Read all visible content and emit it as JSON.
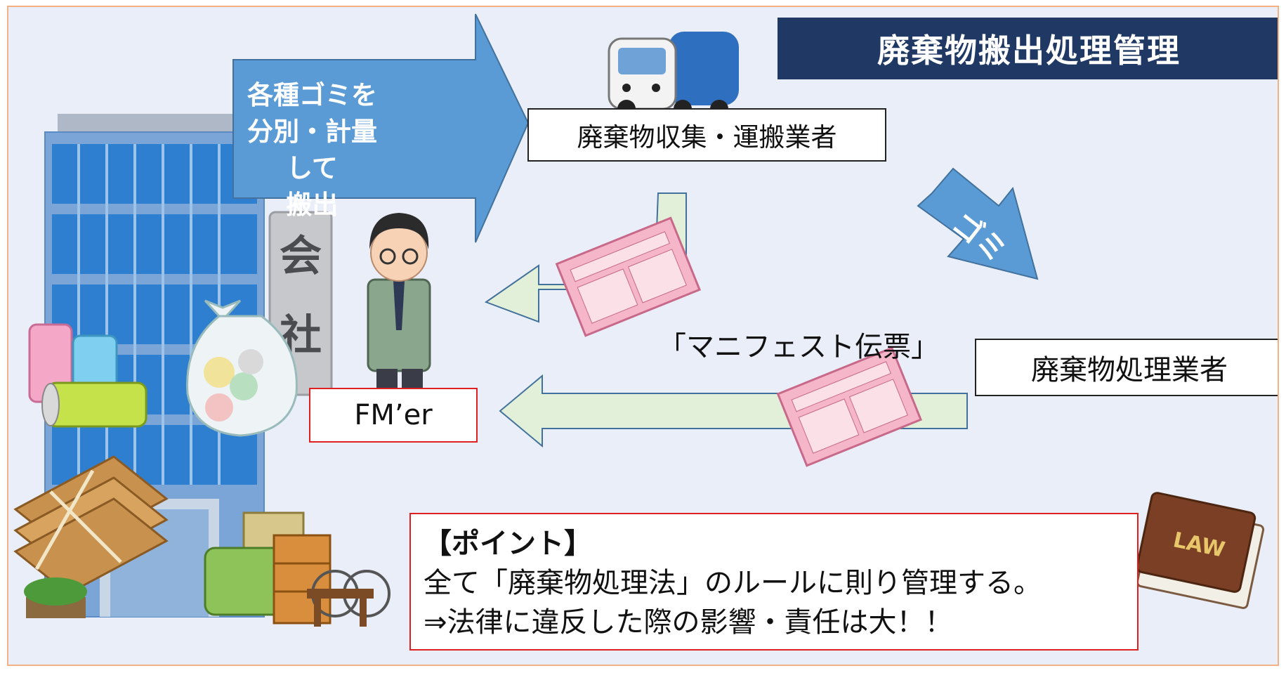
{
  "title": "廃棄物搬出処理管理",
  "arrow_sort": [
    "各種ゴミを",
    "分別・計量して",
    "搬出"
  ],
  "collector_label": "廃棄物収集・運搬業者",
  "gomi_label": "ゴミ",
  "processor_label": "廃棄物処理業者",
  "manifest_label": "「マニフェスト伝票」",
  "fmer_label": "FM’er",
  "building_sign": [
    "会",
    "社"
  ],
  "law_book_label": "LAW",
  "point": {
    "heading": "【ポイント】",
    "line1": "全て「廃棄物処理法」のルールに則り管理する。",
    "line2": "⇒法律に違反した際の影響・責任は大！！"
  },
  "colors": {
    "background": "#e9eef8",
    "title_bar": "#1f3864",
    "blue_arrow": "#5b9bd5",
    "green_arrow": "#e2f0d9",
    "slip": "#f4b6c8",
    "frame_border": "#f4b183",
    "accent_red": "#e02020"
  }
}
